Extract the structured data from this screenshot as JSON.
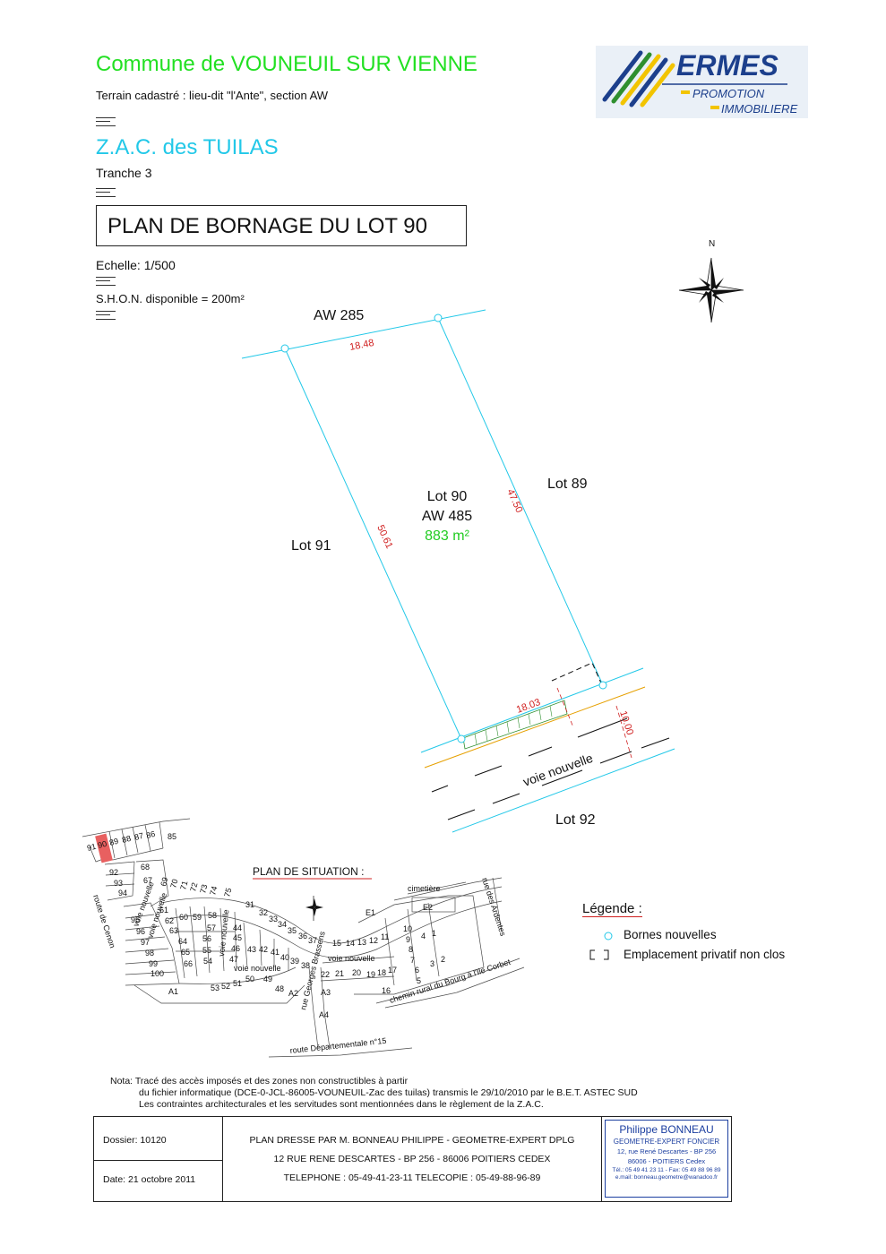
{
  "header": {
    "commune": "Commune de VOUNEUIL SUR VIENNE",
    "terrain": "Terrain cadastré : lieu-dit \"l'Ante\", section AW",
    "zac": "Z.A.C. des TUILAS",
    "tranche": "Tranche 3",
    "title": "PLAN DE BORNAGE DU LOT 90",
    "echelle": "Echelle: 1/500",
    "shon": "S.H.O.N. disponible = 200m²"
  },
  "logo": {
    "name": "ERMES",
    "line1": "PROMOTION",
    "line2": "IMMOBILIERE",
    "colors": [
      "#1c3f8c",
      "#f2c400",
      "#2f8f2f"
    ]
  },
  "compass": {
    "label": "N"
  },
  "plan": {
    "aw285": "AW 285",
    "lot90": "Lot 90",
    "aw485": "AW 485",
    "area": "883 m²",
    "lot91": "Lot 91",
    "lot89": "Lot 89",
    "lot92": "Lot 92",
    "voie": "voie nouvelle",
    "dim_top": "18.48",
    "dim_left": "50.61",
    "dim_right": "47.50",
    "dim_bottom": "18.03",
    "dim_depth": "10.00",
    "colors": {
      "limit": "#22c8e8",
      "dimension": "#d02020",
      "area": "#22cc22",
      "setback": "#e6a000"
    }
  },
  "situation": {
    "title": "PLAN DE SITUATION :",
    "labels": {
      "cimetiere": "cimetière",
      "route_cenon": "route de Cenon",
      "rue_ardentes": "rue des Ardentes",
      "chemin": "chemin rural du Bourg à l'Ile Corbet",
      "route_dep": "route   Départementale   n°15",
      "rue_brassens": "rue Georges Brassens",
      "voie1": "voie nouvelle",
      "voie2": "voie nouvelle",
      "voie3": "voie nouvelle",
      "voie4": "voie nouvelle",
      "voie5": "voie nouvelle"
    },
    "lots": [
      "91",
      "90",
      "89",
      "88",
      "87",
      "86",
      "85",
      "92",
      "93",
      "94",
      "68",
      "67",
      "69",
      "70",
      "71",
      "72",
      "73",
      "74",
      "75",
      "95",
      "96",
      "97",
      "98",
      "99",
      "100",
      "61",
      "62",
      "63",
      "64",
      "65",
      "66",
      "60",
      "59",
      "58",
      "57",
      "56",
      "55",
      "54",
      "53",
      "52",
      "51",
      "50",
      "49",
      "48",
      "44",
      "45",
      "46",
      "47",
      "43",
      "42",
      "41",
      "40",
      "39",
      "38",
      "31",
      "32",
      "33",
      "34",
      "35",
      "36",
      "37",
      "A1",
      "A2",
      "A3",
      "A4",
      "15",
      "14",
      "13",
      "12",
      "11",
      "22",
      "21",
      "20",
      "19",
      "18",
      "17",
      "16",
      "10",
      "9",
      "8",
      "7",
      "6",
      "5",
      "4",
      "3",
      "2",
      "1",
      "E1",
      "E2"
    ]
  },
  "legend": {
    "title": "Légende :",
    "items": [
      {
        "symbol": "circle-icon",
        "label": "Bornes nouvelles"
      },
      {
        "symbol": "bracket-icon",
        "label": "Emplacement privatif non clos"
      }
    ]
  },
  "nota": {
    "line1": "Nota: Tracé des accès imposés et des zones non constructibles à partir",
    "line2": "du fichier informatique (DCE-0-JCL-86005-VOUNEUIL-Zac des tuilas) transmis  le 29/10/2010 par le B.E.T. ASTEC SUD",
    "line3": "Les contraintes architecturales et les servitudes sont mentionnées dans le règlement de la Z.A.C."
  },
  "cartouche": {
    "dossier": "Dossier: 10120",
    "date": "Date: 21 octobre 2011",
    "line1": "PLAN DRESSE PAR M. BONNEAU PHILIPPE - GEOMETRE-EXPERT DPLG",
    "line2": "12 RUE RENE DESCARTES - BP 256 - 86006 POITIERS CEDEX",
    "line3": "TELEPHONE : 05-49-41-23-11  TELECOPIE : 05-49-88-96-89",
    "stamp": {
      "name": "Philippe BONNEAU",
      "title": "GEOMETRE-EXPERT FONCIER",
      "addr1": "12, rue René Descartes - BP 256",
      "addr2": "86006 -  POITIERS Cedex",
      "tel": "Tél.: 05 49 41 23 11 - Fax: 05 49 88 96 89",
      "email": "e.mail: bonneau.geometre@wanadoo.fr",
      "color": "#1c3fa0"
    }
  }
}
